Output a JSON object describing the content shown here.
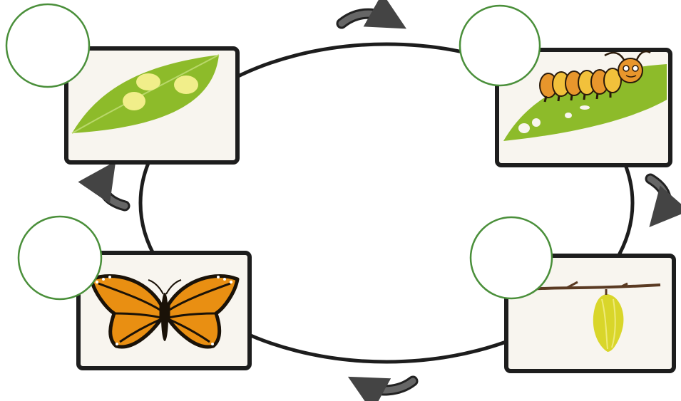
{
  "diagram": {
    "stages": [
      {
        "id": "eggs",
        "icon": "eggs-on-leaf-icon",
        "label": ""
      },
      {
        "id": "larva",
        "icon": "caterpillar-on-leaf-icon",
        "label": ""
      },
      {
        "id": "pupa",
        "icon": "chrysalis-on-branch-icon",
        "label": ""
      },
      {
        "id": "adult",
        "icon": "monarch-butterfly-icon",
        "label": ""
      }
    ],
    "colors": {
      "ring": "#1d1d1d",
      "label_circle_stroke": "#4a8f3a",
      "arrow": "#555555",
      "leaf": "#8dbb2a",
      "egg": "#f1ee8a",
      "caterpillar_orange": "#e8962c",
      "chrysalis": "#d9d62a",
      "branch": "#5a3a22",
      "wing_orange": "#e98f12"
    }
  }
}
